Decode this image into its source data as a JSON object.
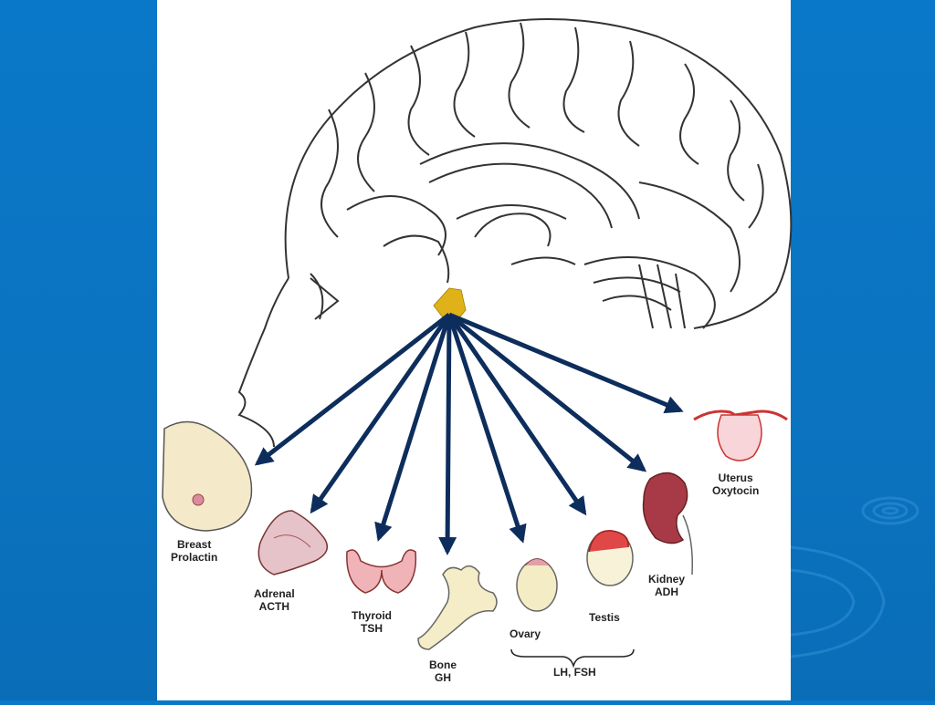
{
  "colors": {
    "slide_background": "#0a78c8",
    "panel": "#ffffff",
    "arrow": "#0d2d5c",
    "pituitary": "#e0b21a",
    "brain_outline": "#333333"
  },
  "targets": [
    {
      "organ": "Breast",
      "hormone": "Prolactin",
      "icon": "breast-icon"
    },
    {
      "organ": "Adrenal",
      "hormone": "ACTH",
      "icon": "adrenal-icon"
    },
    {
      "organ": "Thyroid",
      "hormone": "TSH",
      "icon": "thyroid-icon"
    },
    {
      "organ": "Bone",
      "hormone": "GH",
      "icon": "bone-icon"
    },
    {
      "organ": "Ovary",
      "hormone": "",
      "icon": "ovary-icon"
    },
    {
      "organ": "Testis",
      "hormone": "",
      "icon": "testis-icon"
    },
    {
      "organ": "Kidney",
      "hormone": "ADH",
      "icon": "kidney-icon"
    },
    {
      "organ": "Uterus",
      "hormone": "Oxytocin",
      "icon": "uterus-icon"
    }
  ],
  "gonad_group": {
    "hormones": "LH, FSH"
  }
}
